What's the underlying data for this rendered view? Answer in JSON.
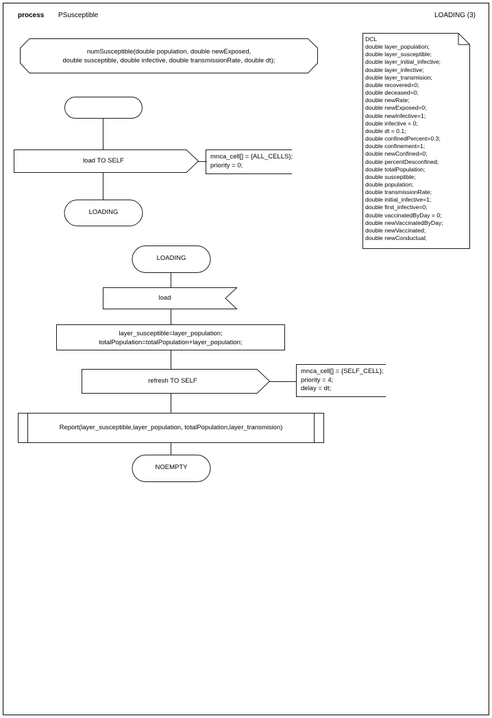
{
  "header": {
    "keyword": "process",
    "process_name": "PSusceptible",
    "state_ref": "LOADING (3)"
  },
  "diagram": {
    "type": "sdl-process-diagram",
    "procedure_declaration": {
      "name": "procedure-signature-symbol",
      "text": "numSusceptible(double population, double newExposed,\ndouble susceptible, double infective, double transmissionRate, double dt);"
    },
    "dcl_note": {
      "title": "DCL",
      "declarations": [
        "double layer_population;",
        "double layer_susceptible;",
        "double layer_initial_infective;",
        "double layer_infective;",
        "double layer_transmision;",
        "double recovered=0;",
        "double deceased=0;",
        "double newRate;",
        "double newExposed=0;",
        "double newInfective=1;",
        "double infective = 0;",
        "double dt = 0.1;",
        "double confinedPercent=0.3;",
        "double confinement=1;",
        "double newConfined=0;",
        "double percentDesconfined;",
        "double totalPopulation;",
        "double susceptible;",
        "double population;",
        "double transmissionRate;",
        "double initial_infective=1;",
        "double first_infective=0;",
        "double vaccinatedByDay = 0;",
        "double newVaccinatedByDay;",
        "double newVaccinated;",
        "double newConductual;"
      ],
      "full_text": "DCL\ndouble layer_population;\ndouble layer_susceptible;\ndouble layer_initial_infective;\ndouble layer_infective;\ndouble layer_transmision;\ndouble recovered=0;\ndouble deceased=0;\ndouble newRate;\ndouble newExposed=0;\ndouble newInfective=1;\ndouble infective = 0;\ndouble dt = 0.1;\ndouble confinedPercent=0.3;\ndouble confinement=1;\ndouble newConfined=0;\ndouble percentDesconfined;\ndouble totalPopulation;\ndouble susceptible;\ndouble population;\ndouble transmissionRate;\ndouble initial_infective=1;\ndouble first_infective=0;\ndouble vaccinatedByDay = 0;\ndouble newVaccinatedByDay;\ndouble newVaccinated;\ndouble newConductual;"
    },
    "branch1": {
      "start_state": "",
      "output_symbol": "load TO SELF",
      "output_comment": "mnca_cell[] = {ALL_CELLS};\npriority = 0;",
      "next_state": "LOADING"
    },
    "branch2": {
      "state": "LOADING",
      "input_symbol": "load",
      "task": "layer_susceptible=layer_population;\ntotalPopulation=totalPopulation+layer_population;",
      "output_symbol": "refresh TO SELF",
      "output_comment": "mnca_cell[] = {SELF_CELL};\npriority = 4;\ndelay = dt;",
      "procedure_call": "Report(layer_susceptible,layer_population, totalPopulation,layer_transmision)",
      "next_state": "NOEMPTY"
    }
  }
}
